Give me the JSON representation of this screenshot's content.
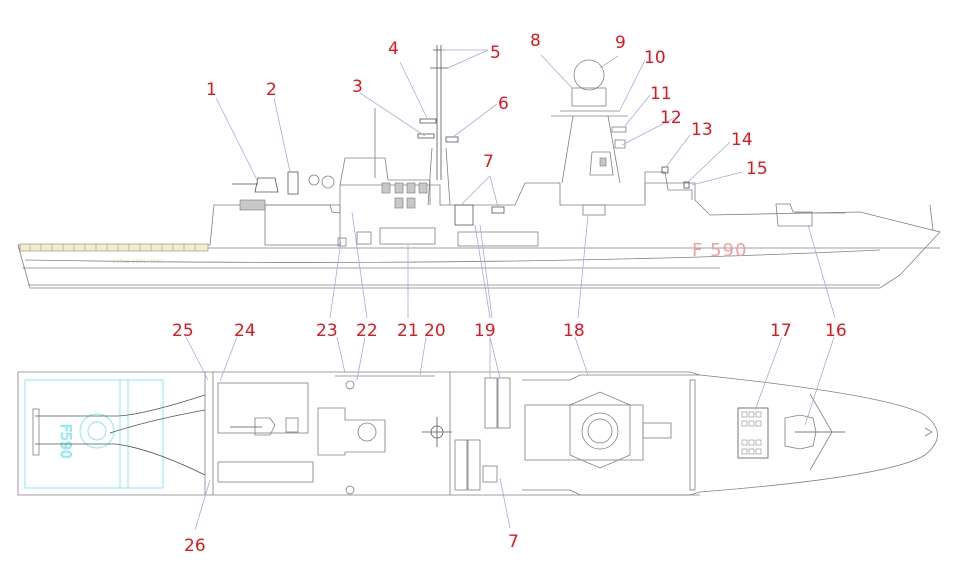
{
  "diagram": {
    "subject": "FREMM frigate general arrangement (profile and plan views)",
    "ship_name": "CARLO BERGAMINI",
    "pennant_number": "F 590",
    "deck_marking": "F590",
    "colors": {
      "callout": "#e8141c",
      "leader": "#a8a8ee",
      "outline": "#808080",
      "pennant": "#f0a0a0",
      "helideck": "#7fe6ee",
      "ship_name": "#d9c88a"
    },
    "views": [
      "profile",
      "plan"
    ],
    "callouts_profile": [
      "1",
      "2",
      "3",
      "4",
      "5",
      "6",
      "7",
      "8",
      "9",
      "10",
      "11",
      "12",
      "13",
      "14",
      "15"
    ],
    "callouts_shared": [
      "16",
      "17",
      "18",
      "19",
      "20",
      "21",
      "22",
      "23"
    ],
    "callouts_plan": [
      "24",
      "25",
      "26",
      "7"
    ]
  }
}
